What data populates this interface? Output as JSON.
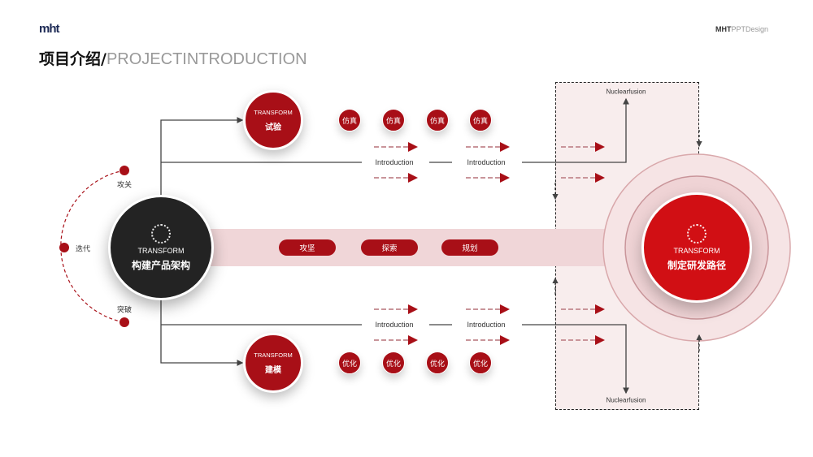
{
  "header": {
    "logo": "mht",
    "title_cn": "项目介绍/",
    "title_en": "PROJECTINTRODUCTION",
    "brand_bold": "MHT",
    "brand_light": "PPTDesign"
  },
  "left_arc": {
    "top": "攻关",
    "middle": "迭代",
    "bottom": "突破"
  },
  "center": {
    "tag": "TRANSFORM",
    "label": "构建产品架构"
  },
  "top_node": {
    "tag": "TRANSFORM",
    "label": "试验",
    "items": [
      "仿真",
      "仿真",
      "仿真",
      "仿真"
    ]
  },
  "bottom_node": {
    "tag": "TRANSFORM",
    "label": "建模",
    "items": [
      "优化",
      "优化",
      "优化",
      "优化"
    ]
  },
  "intro_labels": [
    "Introduction",
    "Introduction",
    "Introduction",
    "Introduction"
  ],
  "pills": [
    "攻坚",
    "探索",
    "规划"
  ],
  "nuclear": {
    "top": "Nuclearfusion",
    "bottom": "Nuclearfusion"
  },
  "target": {
    "tag": "TRANSFORM",
    "label": "制定研发路径"
  },
  "colors": {
    "accent": "#a80f17",
    "bright": "#d10f14",
    "dark": "#232323"
  }
}
